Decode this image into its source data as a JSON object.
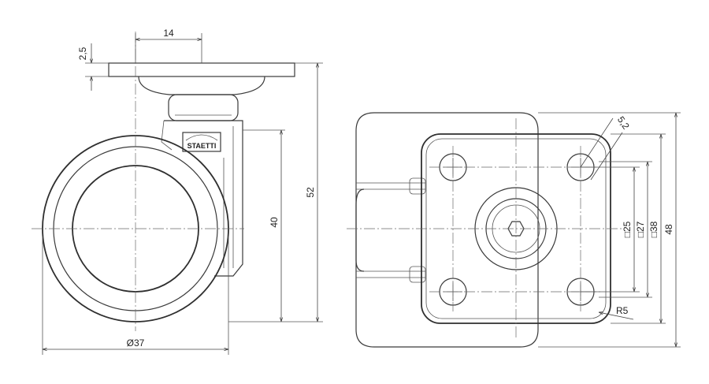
{
  "side_view": {
    "dim_top_plate_width": "14",
    "dim_plate_thickness": "2,5",
    "dim_total_height": "52",
    "dim_wheel_center_height": "40",
    "dim_wheel_diameter": "Ø37",
    "brand_label": "STAETTI"
  },
  "top_view": {
    "dim_hole_diameter": "5,2",
    "dim_square_25": "□25",
    "dim_square_27": "□27",
    "dim_square_38": "□38",
    "dim_plate_48": "48",
    "dim_corner_radius": "R5"
  }
}
